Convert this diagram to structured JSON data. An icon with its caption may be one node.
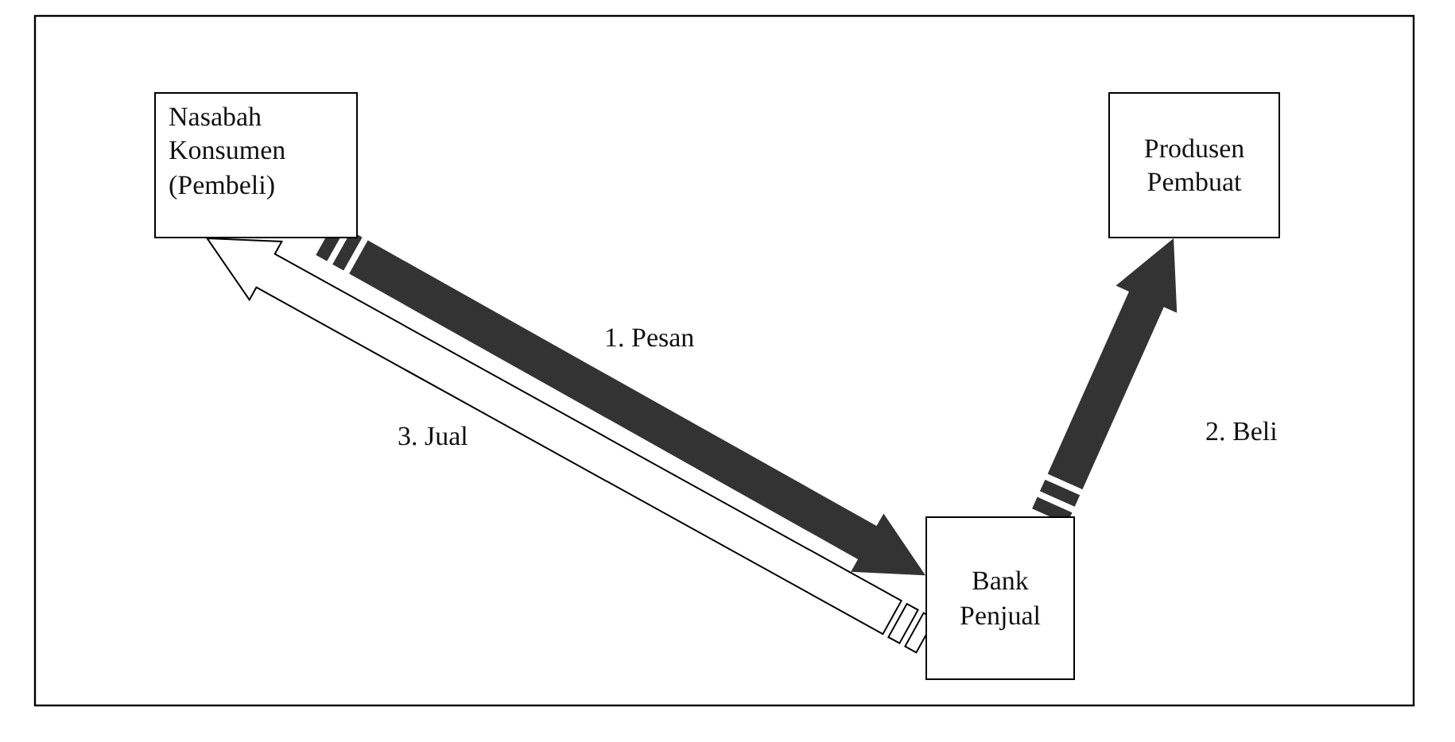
{
  "diagram": {
    "nodes": [
      {
        "text": [
          "Nasabah Konsumen (Pembeli)"
        ]
      },
      {
        "text": [
          "Produsen Pembuat"
        ]
      },
      {
        "text": [
          "Bank Penjual"
        ]
      }
    ],
    "edges": [
      {
        "from": 0,
        "to": 2,
        "arrow": "to",
        "label": "1. Pesan"
      },
      {
        "from": 2,
        "to": 0,
        "arrow": "to",
        "label": "3. Jual",
        "color": "#ffffff"
      },
      {
        "from": 2,
        "to": 1,
        "arrow": "to",
        "label": "2. Beli"
      }
    ]
  }
}
